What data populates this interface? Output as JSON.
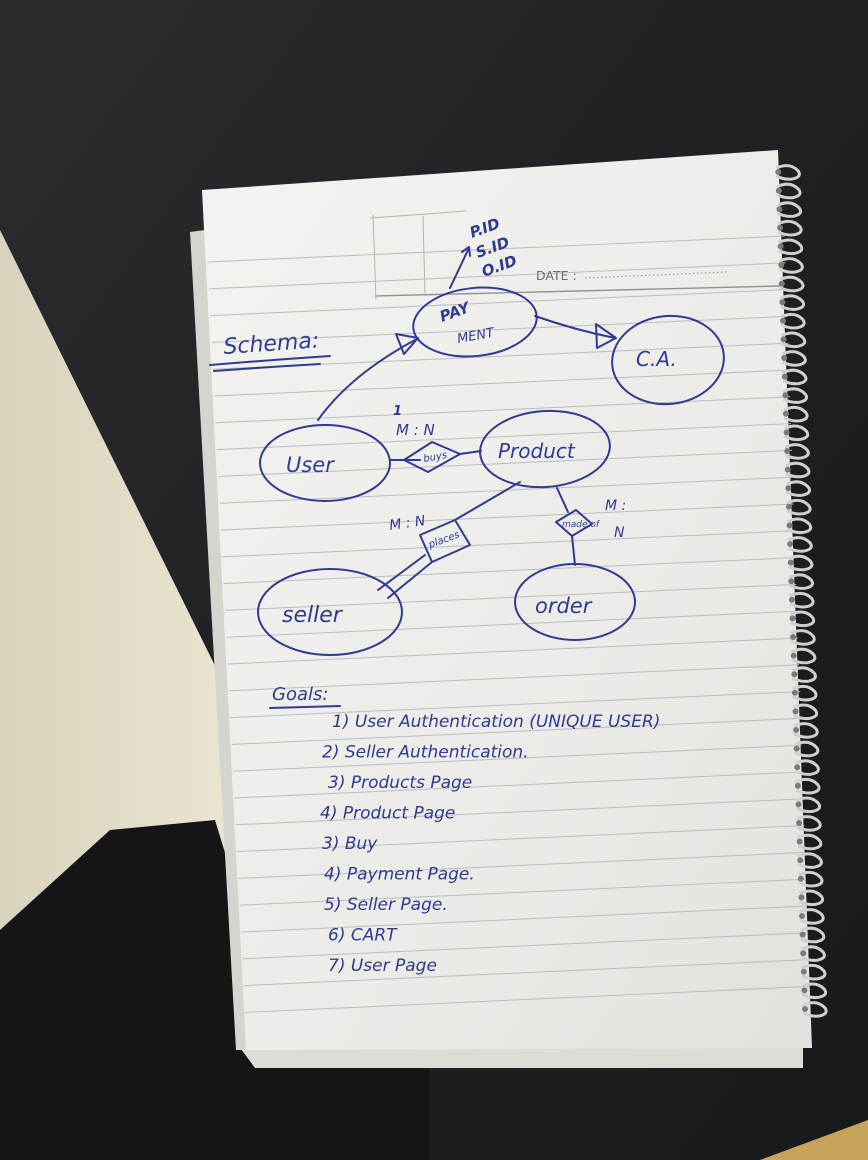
{
  "colors": {
    "ink": "#2f3b8f",
    "paper": "#f2f1ee",
    "desk": "#222326",
    "rule_line": "#b9bcc4"
  },
  "notebook": {
    "printed_date_label": "DATE :",
    "schema_heading": "Schema:",
    "diagram": {
      "entities": [
        "User",
        "Product",
        "seller",
        "order",
        "C.A."
      ],
      "payment_entity_lines": [
        "PAY",
        "MENT"
      ],
      "payment_attributes": [
        "P.ID",
        "S.ID",
        "O.ID"
      ],
      "relationships": [
        "buys",
        "places",
        "made of"
      ],
      "cardinalities": [
        "1",
        "M : N",
        "M : N",
        "M :",
        "N"
      ]
    },
    "goals_heading": "Goals:",
    "goals": [
      "1) User Authentication (UNIQUE USER)",
      "2) Seller Authentication.",
      "3) Products Page",
      "4) Product Page",
      "3) Buy",
      "4) Payment Page.",
      "5) Seller Page.",
      "6) CART",
      "7) User Page"
    ]
  }
}
